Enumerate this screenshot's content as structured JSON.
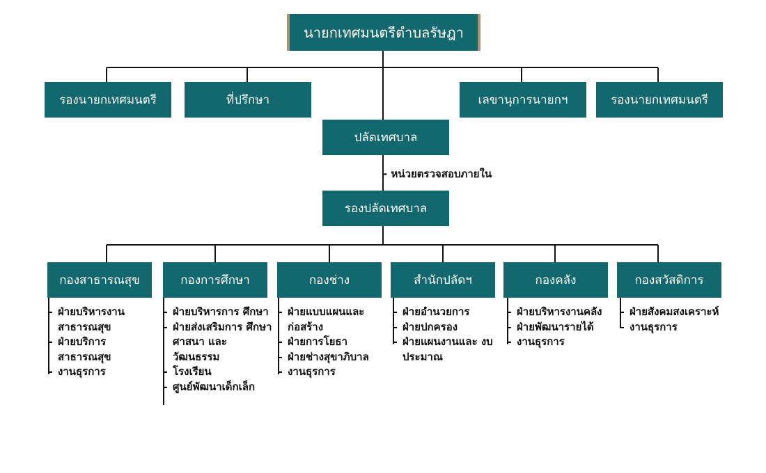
{
  "mayor": "นายกเทศมนตรีตำบลรัษฎา",
  "deputy_mayor_left": "รองนายกเทศมนตรี",
  "advisor": "ที่ปรึกษา",
  "secretary": "เลขานุการนายกฯ",
  "deputy_mayor_right": "รองนายกเทศมนตรี",
  "clerk": "ปลัดเทศบาล",
  "internal_audit": "- หน่วยตรวจสอบภายใน",
  "deputy_clerk": "รองปลัดเทศบาล",
  "divisions": [
    {
      "name": "กองสาธารณสุข",
      "items": [
        "ฝ่ายบริหารงาน สาธารณสุข",
        "ฝ่ายบริการ สาธารณสุข",
        "งานธุรการ"
      ]
    },
    {
      "name": "กองการศึกษา",
      "items": [
        "ฝ่ายบริหารการ ศึกษา",
        "ฝ่ายส่งเสริมการ ศึกษา ศาสนา และ วัฒนธรรม",
        "โรงเรียน",
        "ศูนย์พัฒนาเด็กเล็ก"
      ]
    },
    {
      "name": "กองช่าง",
      "items": [
        "ฝ่ายแบบแผนและ ก่อสร้าง",
        "ฝ่ายการโยธา",
        "ฝ่ายช่างสุขาภิบาล",
        "งานธุรการ"
      ]
    },
    {
      "name": "สำนักปลัดฯ",
      "items": [
        "ฝ่ายอำนวยการ",
        "ฝ่ายปกครอง",
        "ฝ่ายแผนงานและ งบประมาณ"
      ]
    },
    {
      "name": "กองคลัง",
      "items": [
        "ฝ่ายบริหารงานคลัง",
        "ฝ่ายพัฒนารายได้",
        "งานธุรการ"
      ]
    },
    {
      "name": "กองสวัสดิการ",
      "items": [
        "ฝ่ายสังคมสงเคราะห์",
        "งานธุรการ"
      ]
    }
  ],
  "colors": {
    "box": "#12686d",
    "accent": "#a89374",
    "line": "#111111"
  }
}
